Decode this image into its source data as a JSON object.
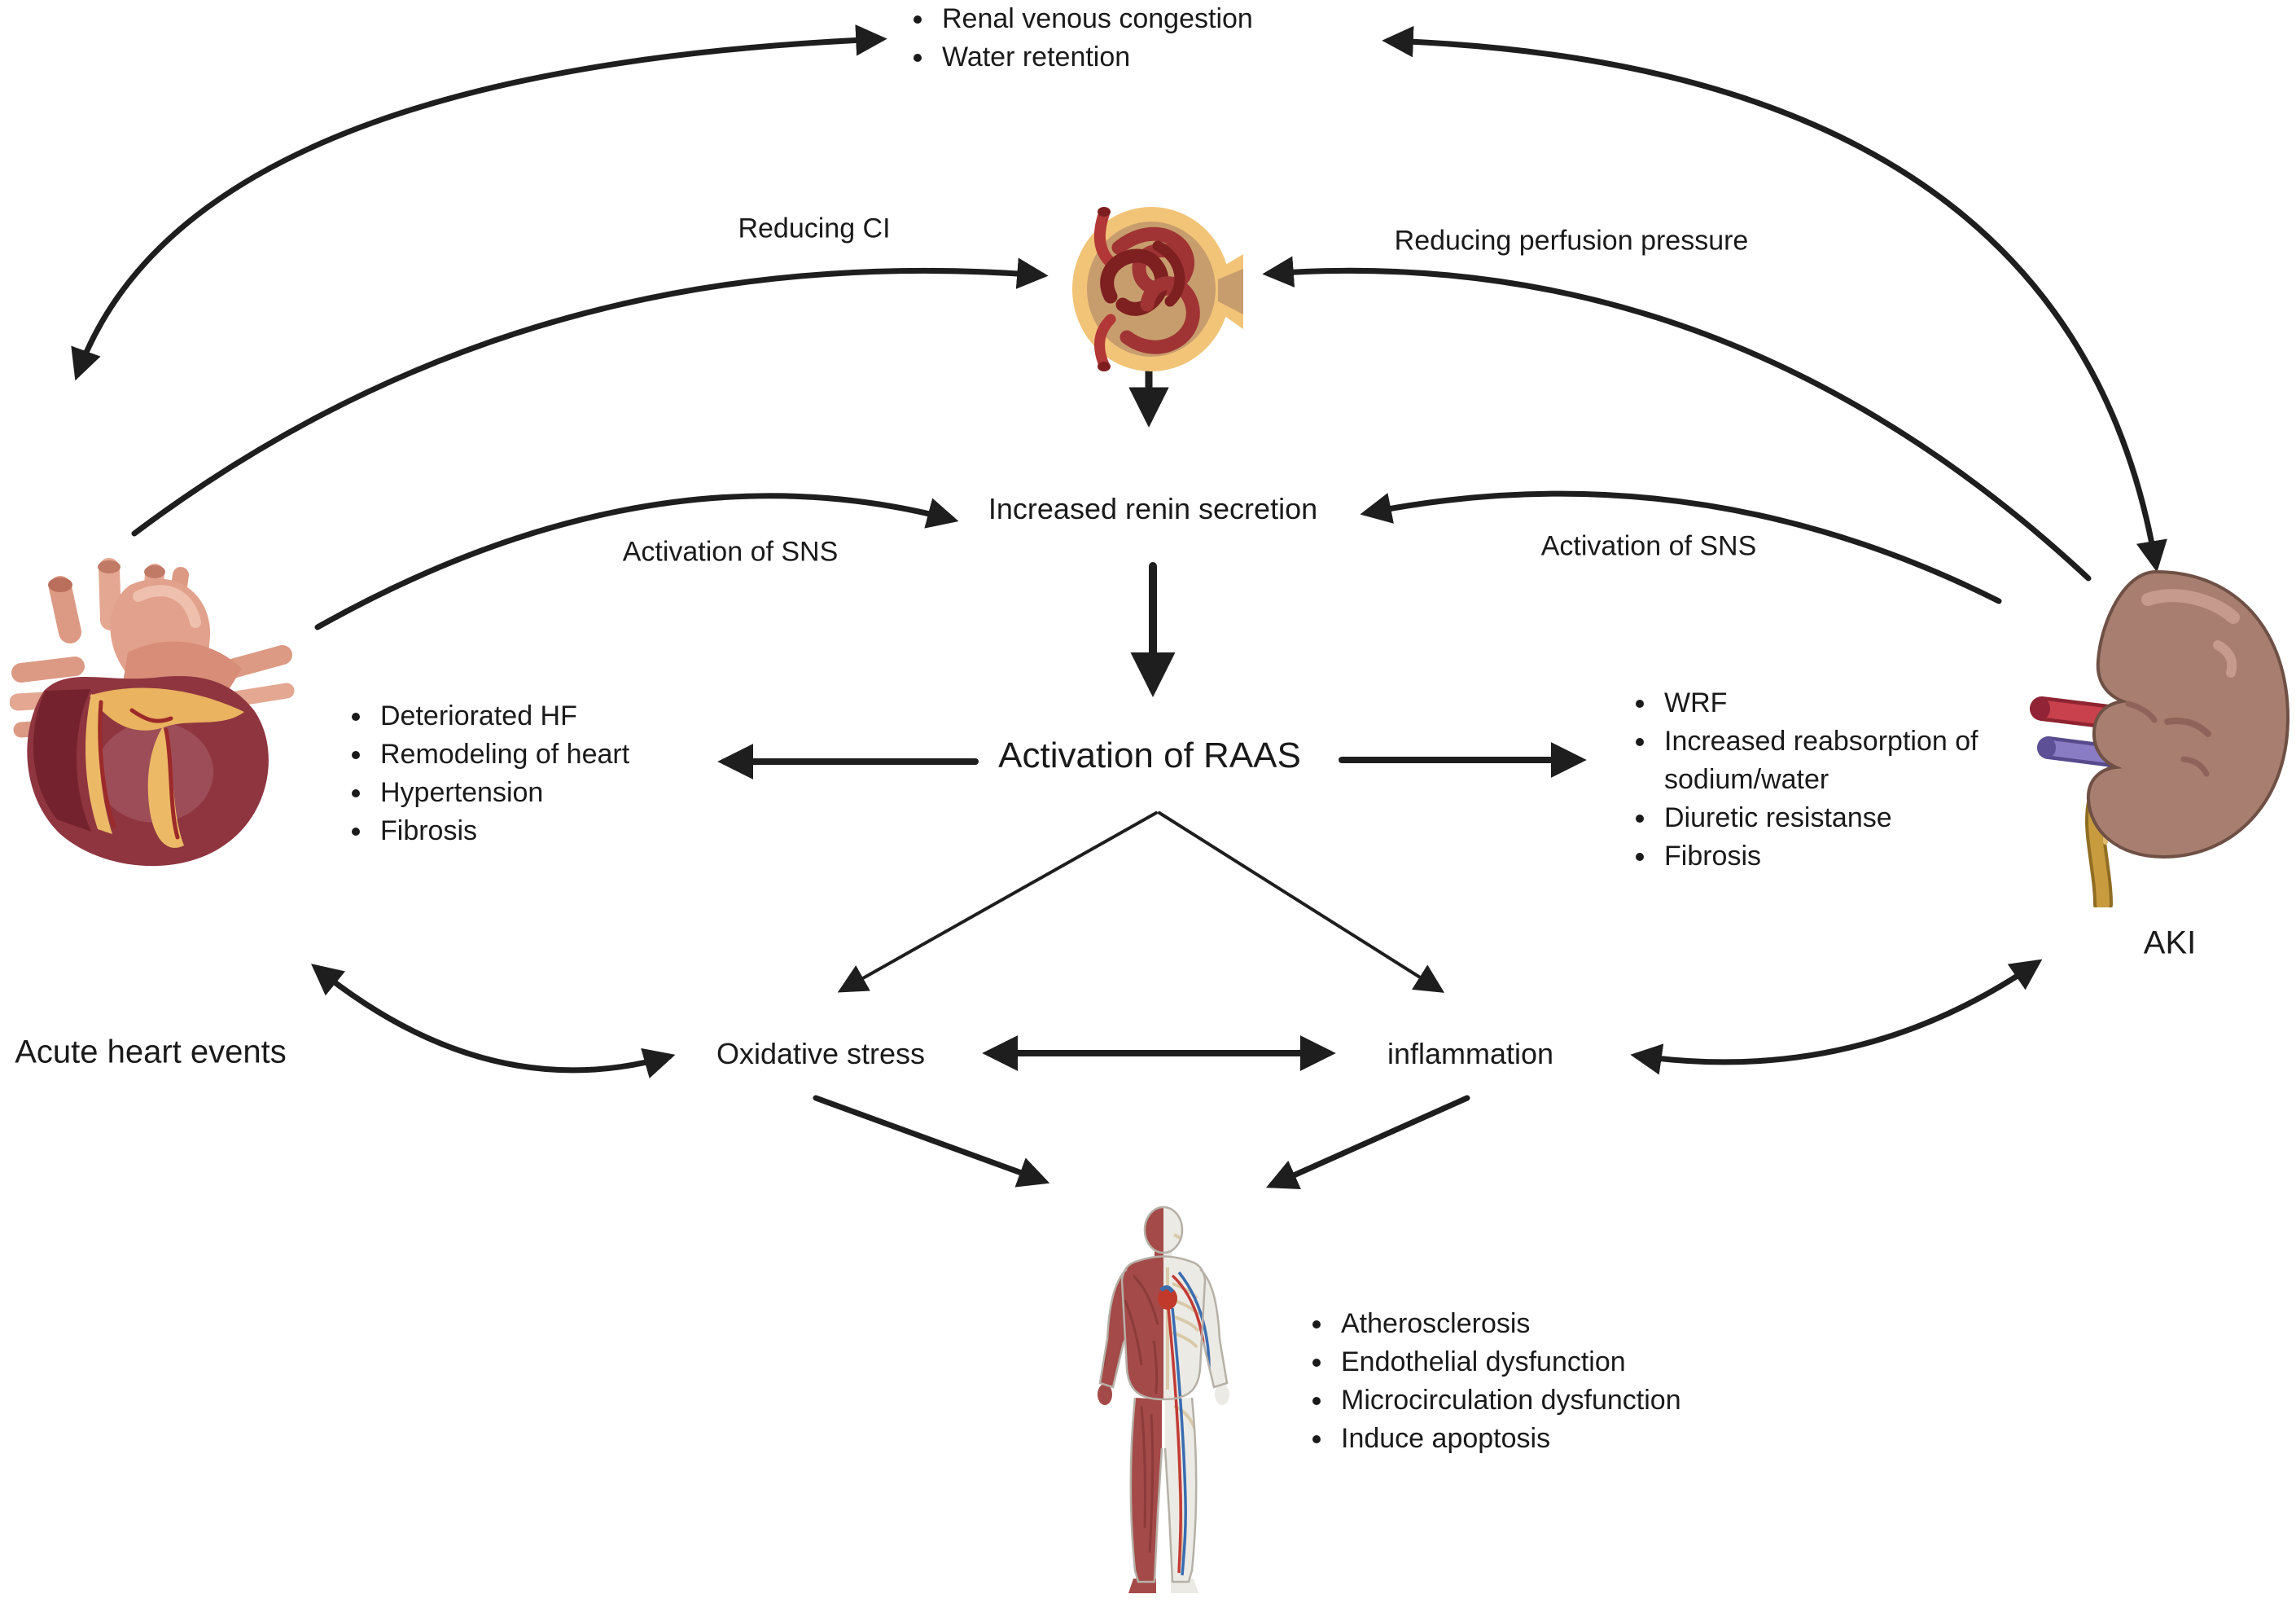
{
  "top_list": {
    "items": [
      "Renal venous congestion",
      "Water retention"
    ]
  },
  "labels": {
    "reducing_ci": "Reducing CI",
    "reducing_perfusion": "Reducing perfusion pressure",
    "sns_left": "Activation of SNS",
    "sns_right": "Activation of SNS",
    "renin": "Increased renin secretion",
    "raas": "Activation of RAAS",
    "oxidative": "Oxidative stress",
    "inflammation": "inflammation",
    "heart_caption": "Acute heart events",
    "kidney_caption": "AKI"
  },
  "left_list": {
    "items": [
      "Deteriorated HF",
      "Remodeling of heart",
      "Hypertension",
      "Fibrosis"
    ]
  },
  "right_list": {
    "items": [
      "WRF",
      "Increased reabsorption of sodium/water",
      "Diuretic resistanse",
      "Fibrosis"
    ]
  },
  "bottom_list": {
    "items": [
      "Atherosclerosis",
      "Endothelial dysfunction",
      "Microcirculation dysfunction",
      "Induce apoptosis"
    ]
  },
  "icons": {
    "heart": "heart-illustration",
    "glomerulus": "glomerulus-illustration",
    "kidney": "kidney-illustration",
    "body": "human-body-illustration"
  },
  "colors": {
    "arrow": "#1e1e1e",
    "text": "#1a1a1a",
    "heart_main": "#8f3540",
    "kidney_main": "#a87e70",
    "glomerulus_capsule": "#f2c478",
    "artery": "#c8414d",
    "vein": "#8a7cc4",
    "ureter": "#c99b3f",
    "muscle": "#a44a49"
  }
}
